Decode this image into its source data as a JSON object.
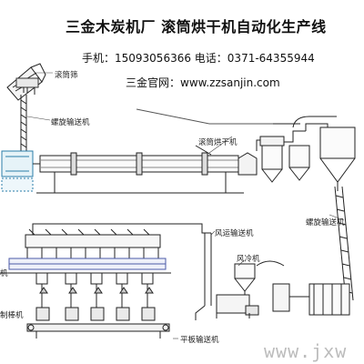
{
  "header": {
    "title": "三金木炭机厂 滚筒烘干机自动化生产线",
    "contact_line": "手机：15093056366  电话：0371-64355944",
    "website_line": "三金官网：www.zzsanjin.com"
  },
  "labels": {
    "drum_screen": "滚筒筛",
    "screw_conveyor_1": "螺旋输送机",
    "drum_dryer": "滚筒烘干机",
    "screw_conveyor_2": "螺旋输送机",
    "air_conveyor": "风运输送机",
    "air_cooler": "风冷机",
    "left_partial": "机",
    "rod_machine_partial": "制棒机",
    "flat_conveyor": "平板输送机"
  },
  "watermark": "www.jxw"
}
